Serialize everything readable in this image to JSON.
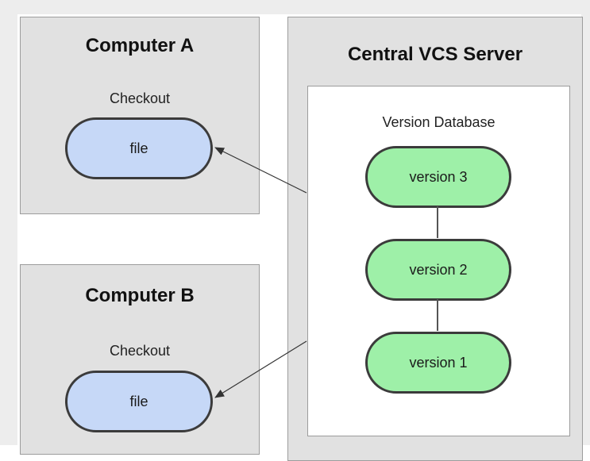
{
  "computer_a": {
    "title": "Computer A",
    "caption": "Checkout",
    "file_label": "file"
  },
  "computer_b": {
    "title": "Computer B",
    "caption": "Checkout",
    "file_label": "file"
  },
  "server": {
    "title": "Central VCS Server",
    "database": {
      "title": "Version Database",
      "versions": [
        "version 3",
        "version 2",
        "version 1"
      ]
    }
  },
  "colors": {
    "panel": "#e1e1e1",
    "file_fill": "#c6d8f7",
    "version_fill": "#9ef0a8",
    "outline": "#3b3b3b"
  }
}
